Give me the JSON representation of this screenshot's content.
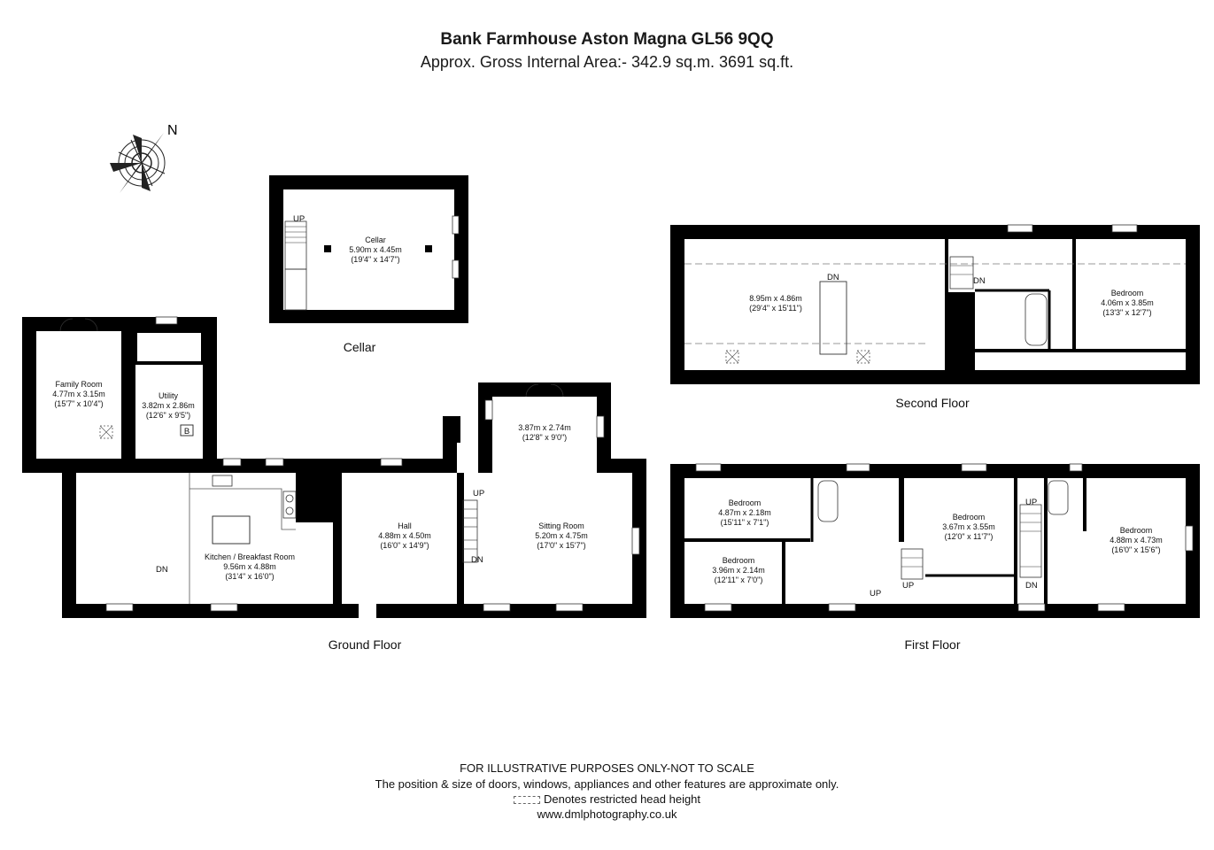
{
  "header": {
    "title": "Bank Farmhouse Aston Magna GL56 9QQ",
    "subtitle": "Approx. Gross Internal Area:- 342.9 sq.m. 3691 sq.ft."
  },
  "compass": {
    "north_label": "N"
  },
  "floors": {
    "cellar": "Cellar",
    "ground": "Ground Floor",
    "first": "First Floor",
    "second": "Second Floor"
  },
  "rooms": {
    "cellar": {
      "name": "Cellar",
      "metric": "5.90m x 4.45m",
      "imperial": "(19'4\" x 14'7\")"
    },
    "family_room": {
      "name": "Family Room",
      "metric": "4.77m x 3.15m",
      "imperial": "(15'7\" x 10'4\")"
    },
    "utility": {
      "name": "Utility",
      "metric": "3.82m x 2.86m",
      "imperial": "(12'6\" x 9'5\")"
    },
    "kitchen": {
      "name": "Kitchen / Breakfast Room",
      "metric": "9.56m x 4.88m",
      "imperial": "(31'4\" x 16'0\")"
    },
    "hall": {
      "name": "Hall",
      "metric": "4.88m x 4.50m",
      "imperial": "(16'0\" x 14'9\")"
    },
    "garden_room": {
      "metric": "3.87m x 2.74m",
      "imperial": "(12'8\" x 9'0\")"
    },
    "sitting_room": {
      "name": "Sitting Room",
      "metric": "5.20m x 4.75m",
      "imperial": "(17'0\" x 15'7\")"
    },
    "second_main": {
      "metric": "8.95m x 4.86m",
      "imperial": "(29'4\" x 15'11\")"
    },
    "second_bedroom": {
      "name": "Bedroom",
      "metric": "4.06m x 3.85m",
      "imperial": "(13'3\" x 12'7\")"
    },
    "first_bed1": {
      "name": "Bedroom",
      "metric": "4.87m x 2.18m",
      "imperial": "(15'11\" x 7'1\")"
    },
    "first_bed2": {
      "name": "Bedroom",
      "metric": "3.96m x 2.14m",
      "imperial": "(12'11\" x 7'0\")"
    },
    "first_bed3": {
      "name": "Bedroom",
      "metric": "3.67m x 3.55m",
      "imperial": "(12'0\" x 11'7\")"
    },
    "first_bed4": {
      "name": "Bedroom",
      "metric": "4.88m x 4.73m",
      "imperial": "(16'0\" x 15'6\")"
    }
  },
  "stair_labels": {
    "up": "UP",
    "dn": "DN",
    "boiler": "B"
  },
  "footer": {
    "line1": "FOR ILLUSTRATIVE PURPOSES ONLY-NOT TO SCALE",
    "line2": "The position & size of doors, windows, appliances and other features are approximate only.",
    "line3": "Denotes restricted head height",
    "line4": "www.dmlphotography.co.uk"
  }
}
